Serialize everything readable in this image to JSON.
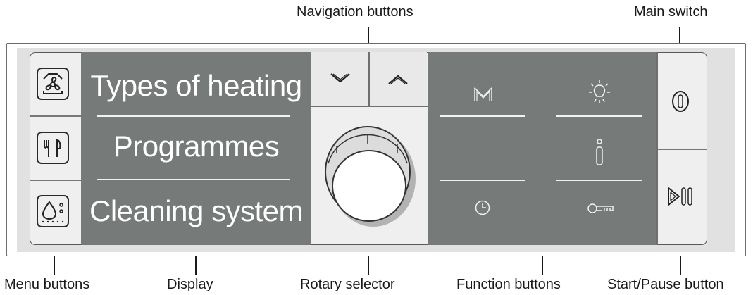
{
  "callouts": {
    "navigation_buttons": "Navigation buttons",
    "main_switch": "Main switch",
    "menu_buttons": "Menu buttons",
    "display": "Display",
    "rotary_selector": "Rotary selector",
    "function_buttons": "Function buttons",
    "start_pause_button": "Start/Pause button"
  },
  "display": {
    "items": [
      "Types of heating",
      "Programmes",
      "Cleaning system"
    ]
  },
  "icons": {
    "menu": [
      "heating-fan-icon",
      "cutlery-icon",
      "cleaning-drop-icon"
    ],
    "navigation": [
      "chevron-down-icon",
      "chevron-up-icon"
    ],
    "function": [
      "memory-m-icon",
      "light-bulb-icon",
      "info-icon",
      "clock-icon",
      "key-icon"
    ],
    "right": [
      "power-icon",
      "play-pause-icon"
    ]
  },
  "colors": {
    "display_bg": "#767a79",
    "panel_bg": "#e1e1e1",
    "button_bg": "#efefef",
    "text_on_display": "#ffffff"
  }
}
